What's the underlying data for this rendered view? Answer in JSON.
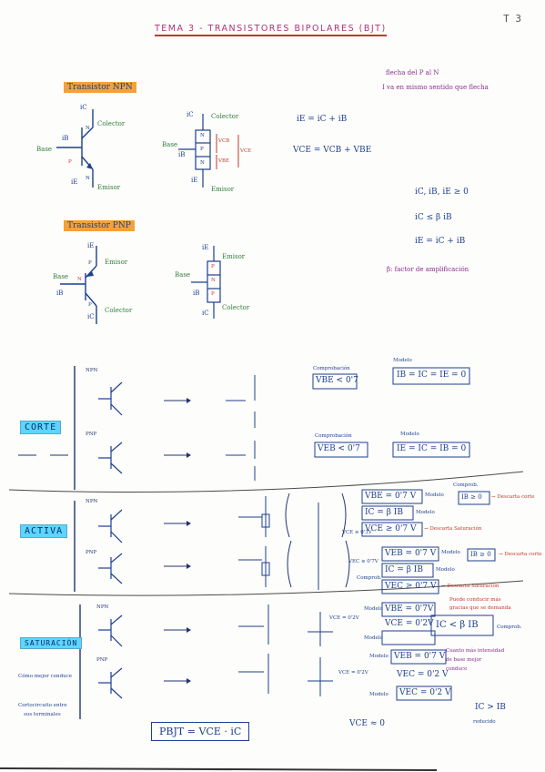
{
  "page": {
    "number": "T 3"
  },
  "title": "TEMA 3 - TRANSISTORES BIPOLARES (BJT)",
  "npn": {
    "heading": "Transistor NPN",
    "ic": "iC",
    "ib": "iB",
    "ie": "iE",
    "collector": "Colector",
    "emitter": "Emisor",
    "base": "Base",
    "n1": "N",
    "p": "P",
    "n2": "N",
    "vcb": "VCB",
    "vbe": "VBE",
    "vce": "VCE"
  },
  "pnp": {
    "heading": "Transistor PNP",
    "ie": "iE",
    "ib": "iB",
    "ic": "iC",
    "emitter": "Emisor",
    "collector": "Colector",
    "base": "Base",
    "p1": "P",
    "n": "N",
    "p2": "P"
  },
  "equations": {
    "ie": "iE = iC + iB",
    "vce": "VCE = VCB + VBE",
    "positive": "iC, iB, iE ≥ 0",
    "ic_beta": "iC ≤ β iB",
    "ie_sum": "iE = iC + iB",
    "beta_def": "β: factor de amplificación"
  },
  "note": {
    "line1": "flecha del P al N",
    "line2": "I va en mismo sentido que flecha"
  },
  "sections": {
    "corte": "CORTE",
    "activa": "ACTIVA",
    "saturacion": "SATURACIÓN"
  },
  "corte": {
    "npn_label": "NPN",
    "pnp_label": "PNP",
    "comp1_label": "Comprobación",
    "comp1": "VBE < 0'7",
    "model1_label": "Modelo",
    "model1": "IB = IC = IE = 0",
    "comp2_label": "Comprobación",
    "comp2": "VEB < 0'7",
    "model2_label": "Modelo",
    "model2": "IE = IC = IB = 0"
  },
  "activa": {
    "npn_label": "NPN",
    "pnp_label": "PNP",
    "m1": "VBE = 0'7 V",
    "m1_tag": "Modelo",
    "m2": "IC = β IB",
    "m2_tag": "Modelo",
    "m3": "VCE ≥ 0'7 V",
    "m3_note": "→ Descarta Saturación",
    "comp_tag": "Comprob.",
    "comp_ib": "IB ≥ 0",
    "comp_ib_note": "→ Descarta corte",
    "vce_small": "VCE ≥ 0'3V",
    "m4": "VEB = 0'7 V",
    "m4_tag": "Modelo",
    "m4_comp": "IB ≥ 0",
    "m4_comp_note": "→ Descarta corte",
    "m5": "IC = β IB",
    "m5_tag": "Modelo",
    "m6": "VEC ≥ 0'7 V",
    "m6_note": "→ Descarta Saturación",
    "vec_small": "VEC ≥ 0'7V",
    "comp_tag2": "Comprob."
  },
  "saturacion": {
    "npn_label": "NPN",
    "pnp_label": "PNP",
    "s1": "VBE = 0'7V",
    "s1_tag": "Modelo",
    "s2": "VCE = 0'2V",
    "s2_tag": "Modelo",
    "s3": "VEB = 0'7 V",
    "s3_tag": "Modelo",
    "s4": "VEC = 0'2 V",
    "s5": "VEC = 0'2 V",
    "s5_tag": "Modelo",
    "s_comp": "IC < β IB",
    "s_comp_tag": "Comprob.",
    "s_note1": "Puede conducir más",
    "s_note2": "gracias que se demanda",
    "s_note3": "Cuanto más intensidad",
    "s_note4": "de base mejor",
    "s_note5": "conduce",
    "s_ic_ib": "IC > IB",
    "s_ic_ib_note": "reducido",
    "left_note1": "Cómo mejor conduce",
    "left_note2": "Cortocircuito entre",
    "left_note3": "sus terminales",
    "vce_approx": "VCE ≈ 0",
    "vce_small1": "VCE = 0'2V",
    "vce_small2": "VCE = 0'2V"
  },
  "final_formula": "PBJT = VCE · iC"
}
